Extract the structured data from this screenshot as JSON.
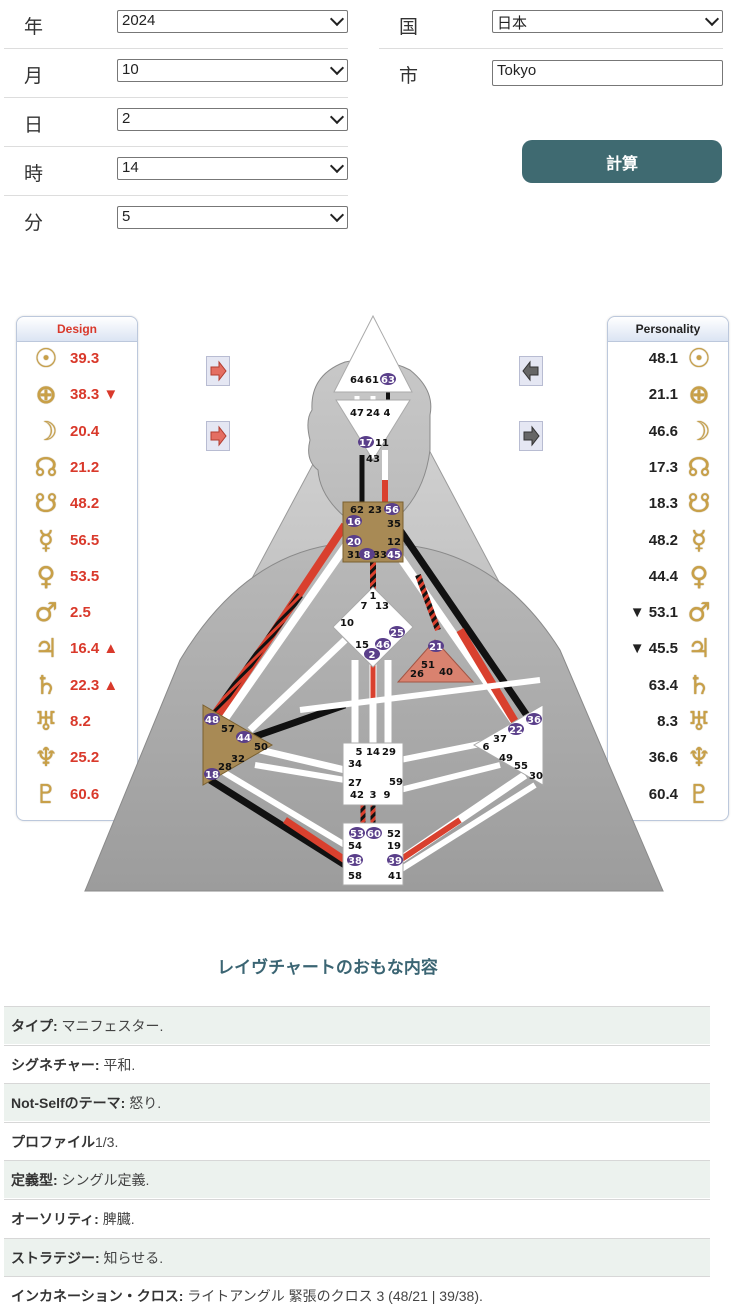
{
  "form": {
    "year_label": "年",
    "year_value": "2024",
    "month_label": "月",
    "month_value": "10",
    "day_label": "日",
    "day_value": "2",
    "hour_label": "時",
    "hour_value": "14",
    "minute_label": "分",
    "minute_value": "5",
    "country_label": "国",
    "country_value": "日本",
    "city_label": "市",
    "city_value": "Tokyo",
    "calculate_label": "計算"
  },
  "design_panel": {
    "title": "Design",
    "rows": [
      {
        "icon": "sun-icon",
        "value": "39.3",
        "mark": ""
      },
      {
        "icon": "earth-icon",
        "value": "38.3",
        "mark": "▼"
      },
      {
        "icon": "moon-icon",
        "value": "20.4",
        "mark": ""
      },
      {
        "icon": "north-node-icon",
        "value": "21.2",
        "mark": ""
      },
      {
        "icon": "south-node-icon",
        "value": "48.2",
        "mark": ""
      },
      {
        "icon": "mercury-icon",
        "value": "56.5",
        "mark": ""
      },
      {
        "icon": "venus-icon",
        "value": "53.5",
        "mark": ""
      },
      {
        "icon": "mars-icon",
        "value": "2.5",
        "mark": ""
      },
      {
        "icon": "jupiter-icon",
        "value": "16.4",
        "mark": "▲"
      },
      {
        "icon": "saturn-icon",
        "value": "22.3",
        "mark": "▲"
      },
      {
        "icon": "uranus-icon",
        "value": "8.2",
        "mark": ""
      },
      {
        "icon": "neptune-icon",
        "value": "25.2",
        "mark": ""
      },
      {
        "icon": "pluto-icon",
        "value": "60.6",
        "mark": ""
      }
    ]
  },
  "personality_panel": {
    "title": "Personality",
    "rows": [
      {
        "icon": "sun-icon",
        "value": "48.1",
        "mark": ""
      },
      {
        "icon": "earth-icon",
        "value": "21.1",
        "mark": ""
      },
      {
        "icon": "moon-icon",
        "value": "46.6",
        "mark": ""
      },
      {
        "icon": "north-node-icon",
        "value": "17.3",
        "mark": ""
      },
      {
        "icon": "south-node-icon",
        "value": "18.3",
        "mark": ""
      },
      {
        "icon": "mercury-icon",
        "value": "48.2",
        "mark": ""
      },
      {
        "icon": "venus-icon",
        "value": "44.4",
        "mark": ""
      },
      {
        "icon": "mars-icon",
        "value": "53.1",
        "mark": "▼"
      },
      {
        "icon": "jupiter-icon",
        "value": "45.5",
        "mark": "▼"
      },
      {
        "icon": "saturn-icon",
        "value": "63.4",
        "mark": ""
      },
      {
        "icon": "uranus-icon",
        "value": "8.3",
        "mark": ""
      },
      {
        "icon": "neptune-icon",
        "value": "36.6",
        "mark": ""
      },
      {
        "icon": "pluto-icon",
        "value": "60.4",
        "mark": ""
      }
    ]
  },
  "bodygraph": {
    "head_gates": [
      "64",
      "61",
      "63"
    ],
    "ajna_gates": [
      "47",
      "24",
      "4",
      "17",
      "11",
      "43"
    ],
    "throat_gates": [
      "62",
      "23",
      "56",
      "16",
      "35",
      "20",
      "12",
      "31",
      "8",
      "33",
      "45"
    ],
    "g_gates": [
      "1",
      "7",
      "13",
      "10",
      "15",
      "46",
      "25",
      "2"
    ],
    "ego_gates": [
      "21",
      "51",
      "26",
      "40"
    ],
    "spleen_gates": [
      "48",
      "57",
      "44",
      "50",
      "32",
      "28",
      "18"
    ],
    "sacral_gates": [
      "5",
      "14",
      "29",
      "34",
      "27",
      "59",
      "42",
      "3",
      "9"
    ],
    "solar_gates": [
      "36",
      "22",
      "37",
      "6",
      "49",
      "55",
      "30"
    ],
    "root_gates": [
      "53",
      "60",
      "52",
      "54",
      "19",
      "38",
      "39",
      "58",
      "41"
    ],
    "colors": {
      "red": "#d9402e",
      "black": "#111111",
      "defined": "#a88a55",
      "ego": "#d9826f"
    }
  },
  "summary": {
    "title": "レイヴチャートのおもな内容",
    "rows": [
      {
        "label": "タイプ:",
        "value": "マニフェスター."
      },
      {
        "label": "シグネチャー:",
        "value": "平和."
      },
      {
        "label": "Not-Selfのテーマ:",
        "value": "怒り."
      },
      {
        "label": "プロファイル",
        "value": "1/3."
      },
      {
        "label": "定義型:",
        "value": "シングル定義."
      },
      {
        "label": "オーソリティ:",
        "value": "脾臓."
      },
      {
        "label": "ストラテジー:",
        "value": "知らせる."
      },
      {
        "label": "インカネーション・クロス:",
        "value": "ライトアングル 緊張のクロス 3 (48/21 | 39/38)."
      }
    ]
  }
}
